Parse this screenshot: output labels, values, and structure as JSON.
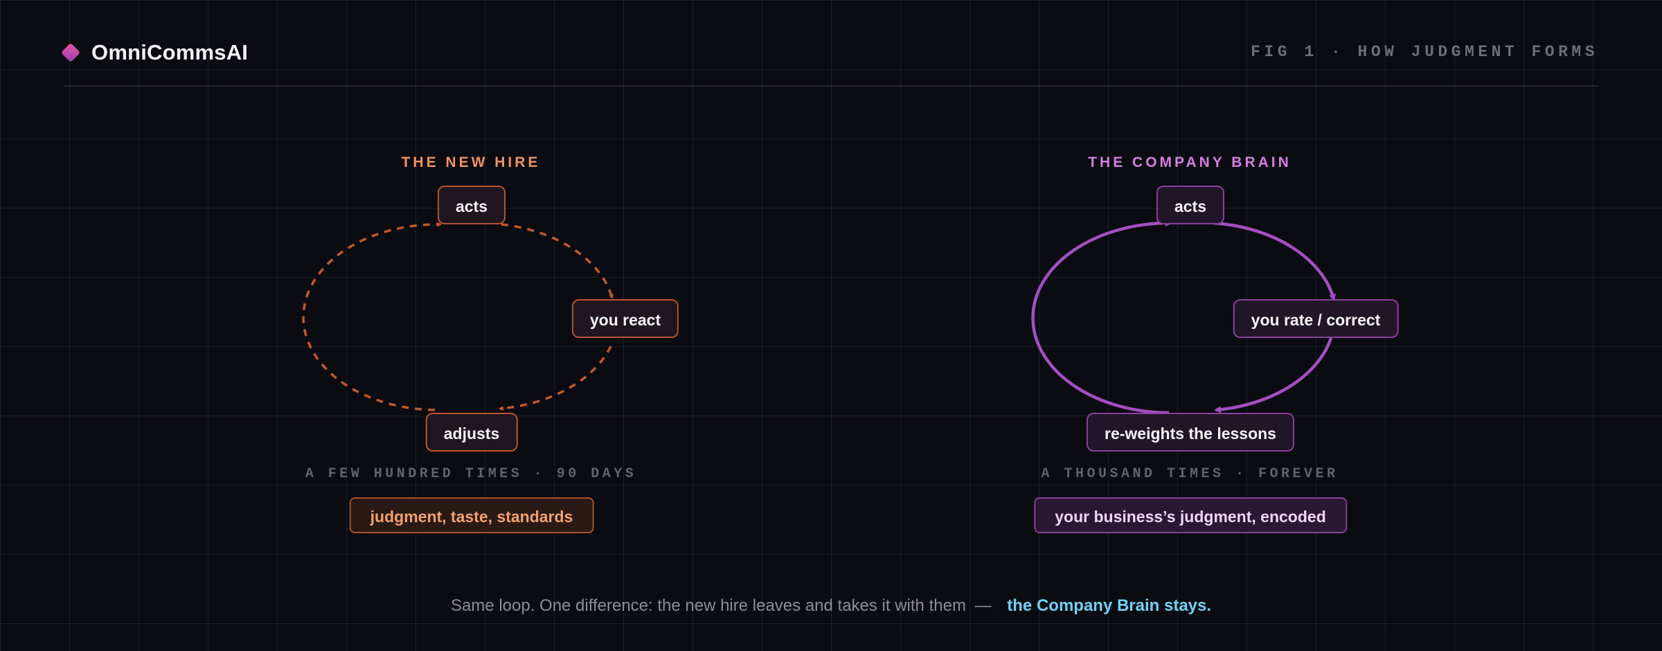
{
  "brand": {
    "name": "OmniCommsAI",
    "logo_icon": "diamond-logo-icon"
  },
  "figure_label": "FIG 1 · HOW JUDGMENT FORMS",
  "panels": [
    {
      "title": "THE NEW HIRE",
      "accent": "#f0935e",
      "loop_style": "dashed",
      "loop_color": "#c2582c",
      "nodes": {
        "top": "acts",
        "right": "you react",
        "bottom": "adjusts"
      },
      "meta": "A FEW HUNDRED TIMES · 90 DAYS",
      "outcome": "judgment, taste, standards"
    },
    {
      "title": "THE COMPANY BRAIN",
      "accent": "#d47fe0",
      "loop_style": "solid",
      "loop_color": "#a34fc2",
      "nodes": {
        "top": "acts",
        "right": "you rate / correct",
        "bottom": "re-weights the lessons"
      },
      "meta": "A THOUSAND TIMES · FOREVER",
      "outcome": "your business’s judgment, encoded"
    }
  ],
  "footer": {
    "text": "Same loop. One difference: the new hire leaves and takes it with them",
    "dash": "—",
    "highlight": "the Company Brain stays."
  }
}
